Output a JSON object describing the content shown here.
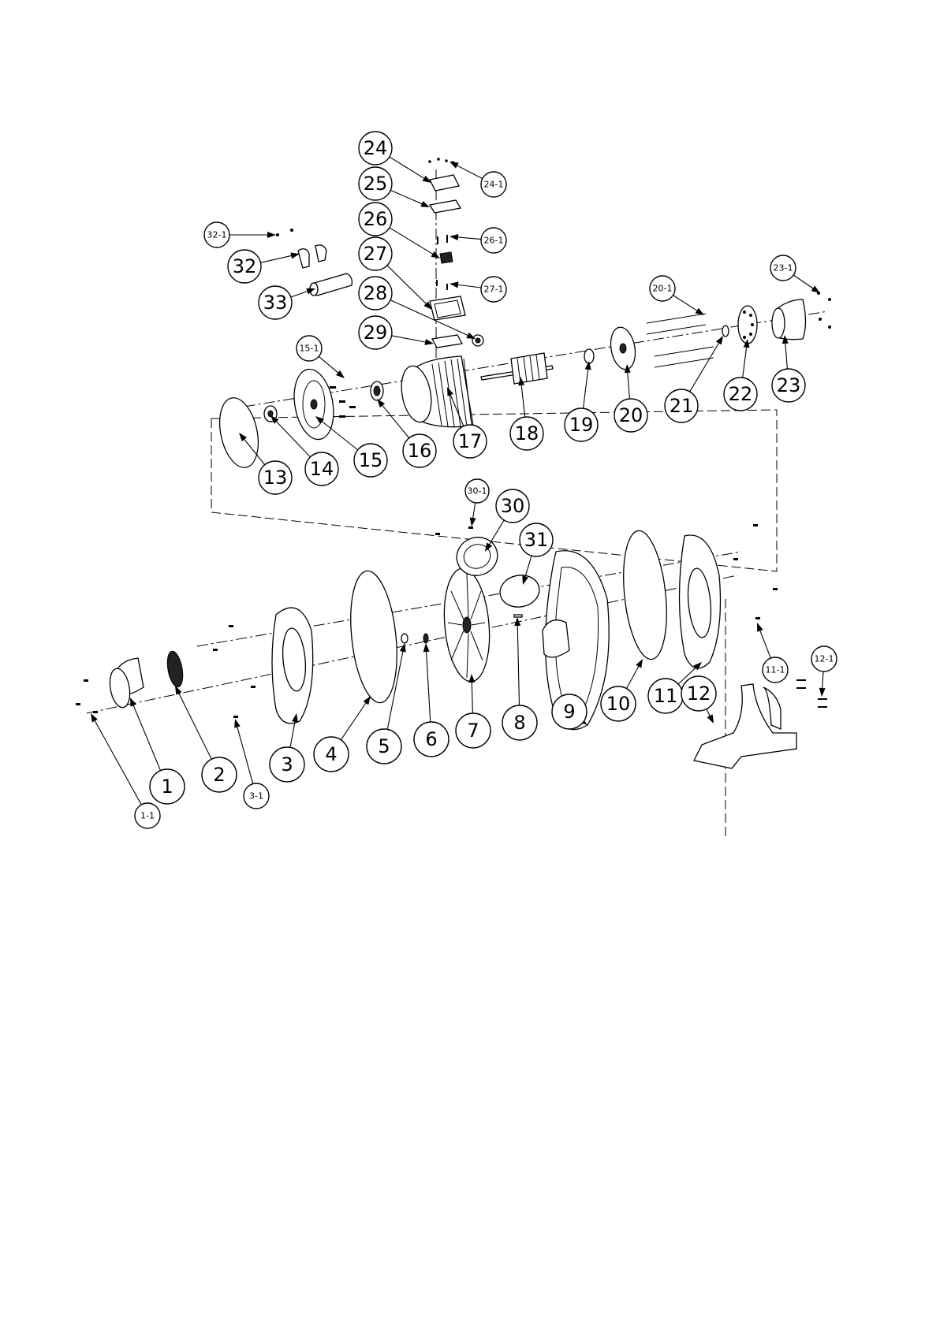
{
  "diagram": {
    "callouts": [
      {
        "id": "24",
        "label": "24"
      },
      {
        "id": "24-1",
        "label": "24-1"
      },
      {
        "id": "25",
        "label": "25"
      },
      {
        "id": "26",
        "label": "26"
      },
      {
        "id": "26-1",
        "label": "26-1"
      },
      {
        "id": "27",
        "label": "27"
      },
      {
        "id": "27-1",
        "label": "27-1"
      },
      {
        "id": "28",
        "label": "28"
      },
      {
        "id": "29",
        "label": "29"
      },
      {
        "id": "32-1",
        "label": "32-1"
      },
      {
        "id": "32",
        "label": "32"
      },
      {
        "id": "33",
        "label": "33"
      },
      {
        "id": "20-1",
        "label": "20-1"
      },
      {
        "id": "23-1",
        "label": "23-1"
      },
      {
        "id": "15-1",
        "label": "15-1"
      },
      {
        "id": "13",
        "label": "13"
      },
      {
        "id": "14",
        "label": "14"
      },
      {
        "id": "15",
        "label": "15"
      },
      {
        "id": "16",
        "label": "16"
      },
      {
        "id": "17",
        "label": "17"
      },
      {
        "id": "18",
        "label": "18"
      },
      {
        "id": "19",
        "label": "19"
      },
      {
        "id": "20",
        "label": "20"
      },
      {
        "id": "21",
        "label": "21"
      },
      {
        "id": "22",
        "label": "22"
      },
      {
        "id": "23",
        "label": "23"
      },
      {
        "id": "30-1",
        "label": "30-1"
      },
      {
        "id": "30",
        "label": "30"
      },
      {
        "id": "31",
        "label": "31"
      },
      {
        "id": "1",
        "label": "1"
      },
      {
        "id": "1-1",
        "label": "1-1"
      },
      {
        "id": "2",
        "label": "2"
      },
      {
        "id": "3",
        "label": "3"
      },
      {
        "id": "3-1",
        "label": "3-1"
      },
      {
        "id": "4",
        "label": "4"
      },
      {
        "id": "5",
        "label": "5"
      },
      {
        "id": "6",
        "label": "6"
      },
      {
        "id": "7",
        "label": "7"
      },
      {
        "id": "8",
        "label": "8"
      },
      {
        "id": "9",
        "label": "9"
      },
      {
        "id": "10",
        "label": "10"
      },
      {
        "id": "11",
        "label": "11"
      },
      {
        "id": "11-1",
        "label": "11-1"
      },
      {
        "id": "12",
        "label": "12"
      },
      {
        "id": "12-1",
        "label": "12-1"
      }
    ]
  }
}
